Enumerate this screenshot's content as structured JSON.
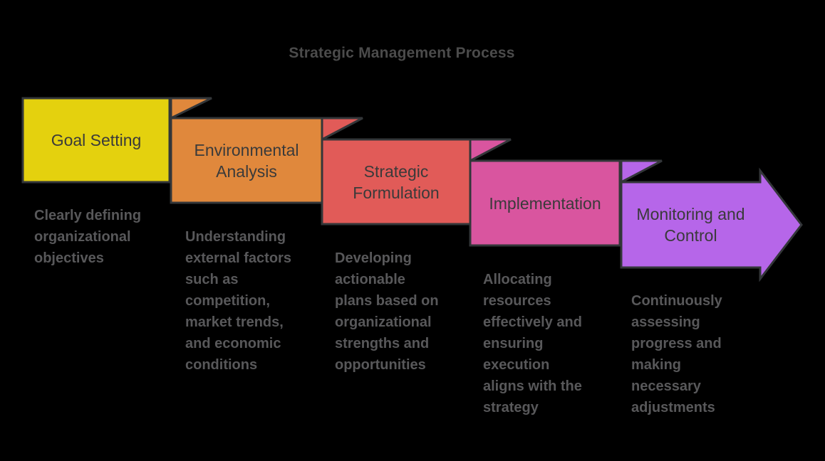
{
  "title": "Strategic Management Process",
  "colors": {
    "background": "#000000",
    "border": "#333639",
    "title_text": "#4b4b4b",
    "label_text": "#3a3a3a",
    "description_text": "#58585a"
  },
  "stages": [
    {
      "label": "Goal Setting",
      "description": "Clearly defining\norganizational\nobjectives",
      "color": "#e4d10e"
    },
    {
      "label": "Environmental\nAnalysis",
      "description": "Understanding\nexternal factors\nsuch as\ncompetition,\nmarket trends,\nand economic\nconditions",
      "color": "#e0883c"
    },
    {
      "label": "Strategic\nFormulation",
      "description": "Developing\nactionable\nplans based on\norganizational\nstrengths and\nopportunities",
      "color": "#e15b58"
    },
    {
      "label": "Implementation",
      "description": "Allocating\nresources\neffectively and\nensuring\nexecution\naligns with the\nstrategy",
      "color": "#d9559f"
    },
    {
      "label": "Monitoring and\nControl",
      "description": "Continuously\nassessing\nprogress and\nmaking\nnecessary\nadjustments",
      "color": "#b666e9"
    }
  ]
}
